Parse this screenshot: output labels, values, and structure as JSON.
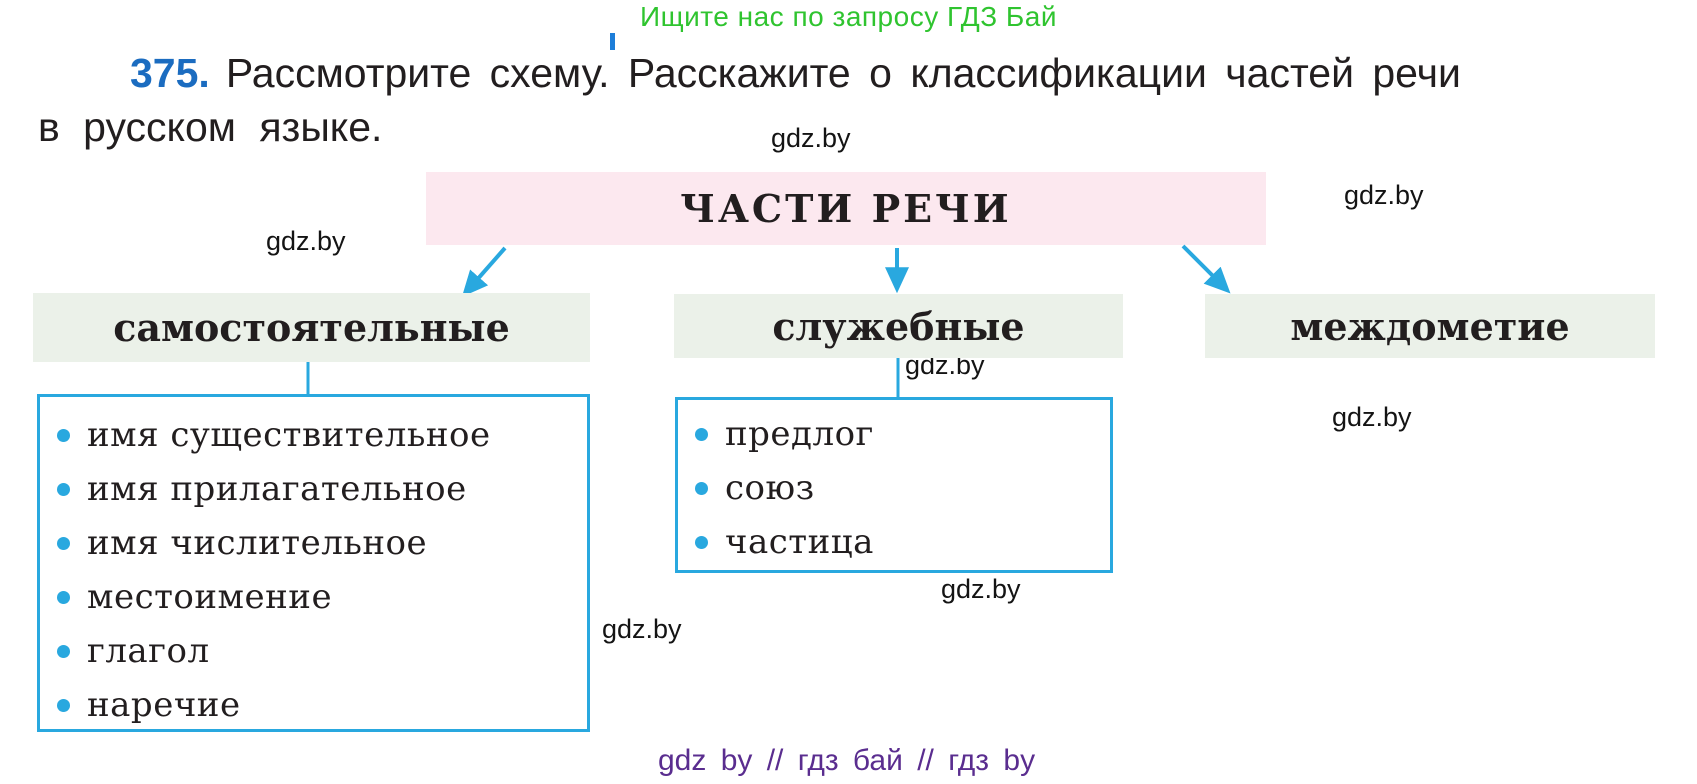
{
  "promo_banner": {
    "text": "Ищите нас по запросу ГДЗ Бай"
  },
  "exercise": {
    "number": "375.",
    "instruction_line1": "Рассмотрите схему. Расскажите о классификации частей речи",
    "instruction_line2": "в русском языке."
  },
  "diagram": {
    "title": "ЧАСТИ РЕЧИ",
    "branches": [
      {
        "label": "самостоятельные",
        "items": [
          "имя существительное",
          "имя прилагательное",
          "имя числительное",
          "местоимение",
          "глагол",
          "наречие"
        ]
      },
      {
        "label": "служебные",
        "items": [
          "предлог",
          "союз",
          "частица"
        ]
      },
      {
        "label": "междометие",
        "items": []
      }
    ]
  },
  "watermark": {
    "text": "gdz.by"
  },
  "footer": {
    "tags": "gdz by  //  гдз бай  //  гдз by"
  },
  "colors": {
    "accent_cyan": "#29a8df",
    "title_box_bg": "#fce8ef",
    "branch_box_bg": "#ebf1e9",
    "promo_green": "#2fc42f",
    "exercise_number_blue": "#1b6cc0",
    "footer_purple": "#5a2d8f",
    "body_text": "#221e1f"
  }
}
